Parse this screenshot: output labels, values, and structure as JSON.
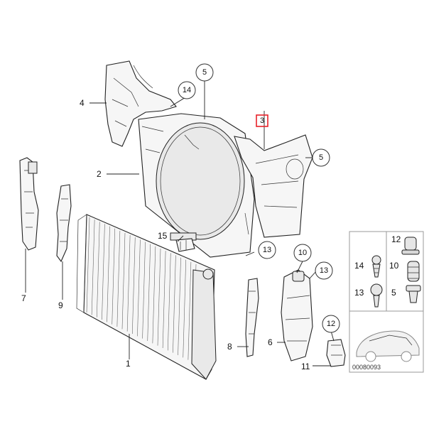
{
  "callouts": {
    "c1": "1",
    "c2": "2",
    "c3": "3",
    "c4": "4",
    "c5a": "5",
    "c5b": "5",
    "c6": "6",
    "c7": "7",
    "c8": "8",
    "c9": "9",
    "c10": "10",
    "c11": "11",
    "c12": "12",
    "c13a": "13",
    "c13b": "13",
    "c14": "14",
    "c15": "15"
  },
  "legend": {
    "l12": "12",
    "l14": "14",
    "l10": "10",
    "l13": "13",
    "l5": "5"
  },
  "diagram_code": "00080093",
  "colors": {
    "highlight": "#e8222a",
    "stroke": "#222222"
  }
}
